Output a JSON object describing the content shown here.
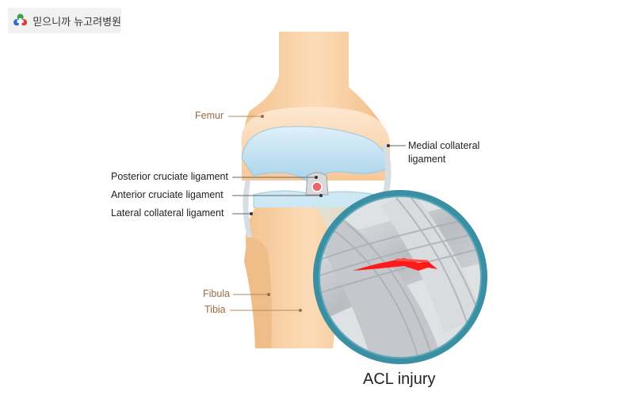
{
  "brand": {
    "name": "믿으니까 뉴고려병원",
    "logo_icon": "clover-cross-logo-icon",
    "colors": {
      "green": "#3aa24a",
      "blue": "#2f6cc7",
      "red": "#e03a3a"
    }
  },
  "labels": {
    "femur": "Femur",
    "medial_collateral_line1": "Medial collateral",
    "medial_collateral_line2": "ligament",
    "posterior_cruciate": "Posterior cruciate ligament",
    "anterior_cruciate": "Anterior cruciate ligament",
    "lateral_collateral": "Lateral collateral ligament",
    "fibula": "Fibula",
    "tibia": "Tibia"
  },
  "caption": "ACL injury",
  "colors": {
    "bone": "#f6c99a",
    "cartilage": "#bfe0f2",
    "magnifier_ring": "#3a8fa3",
    "tear": "#ff1a1a",
    "ligament": "#c9ccd0"
  }
}
